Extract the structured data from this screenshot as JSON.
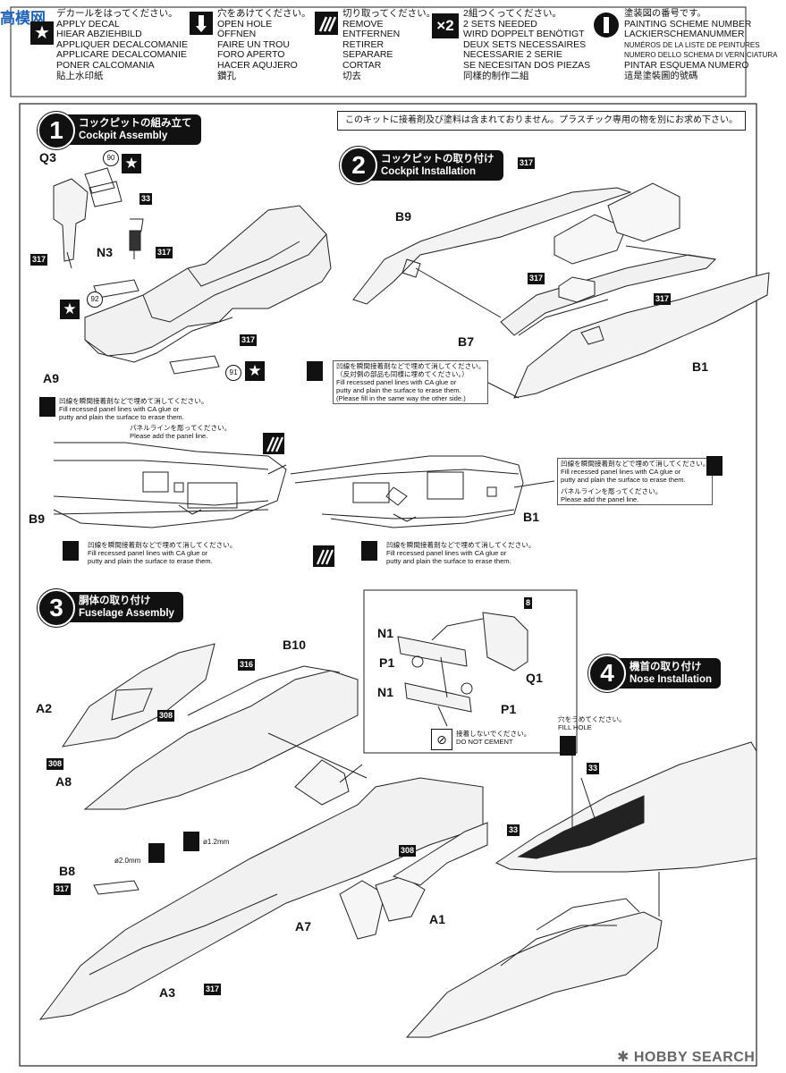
{
  "watermark_logo": "高模网",
  "legend": [
    {
      "icon": "decal-star-icon",
      "lines": [
        "デカールをはってください。",
        "APPLY DECAL",
        "HIEAR ABZIEHBILD",
        "APPLIQUER DECALCOMANIE",
        "APPLICARE DECALCOMANIE",
        "PONER CALCOMANIA",
        "貼上水印紙"
      ]
    },
    {
      "icon": "drill-hole-icon",
      "lines": [
        "穴をあけてください。",
        "OPEN HOLE",
        "ÖFFNEN",
        "FAIRE UN TROU",
        "FORO APERTO",
        "HACER AQUJERO",
        "鑽孔"
      ]
    },
    {
      "icon": "cut-remove-icon",
      "lines": [
        "切り取ってください。",
        "REMOVE",
        "ENTFERNEN",
        "RETIRER",
        "SEPARARE",
        "CORTAR",
        "切去"
      ]
    },
    {
      "icon": "times-two-icon",
      "icon_text": "×2",
      "lines": [
        "2組つくってください。",
        "2 SETS NEEDED",
        "WIRD DOPPELT BENÖTIGT",
        "DEUX SETS NECESSAIRES",
        "NECESSARIE 2 SERIE",
        "SE NECESITAN DOS PIEZAS",
        "同樣的制作二組"
      ]
    },
    {
      "icon": "paint-scheme-icon",
      "lines": [
        "塗装図の番号です。",
        "PAINTING SCHEME NUMBER",
        "LACKIERSCHEMANUMMER",
        "NUMÉROS DE LA LISTE DE PEINTURES",
        "NUMERO DELLO SCHEMA DI VERNICIATURA",
        "PINTAR ESQUEMA NUMERO",
        "這是塗裝圖的號碼"
      ]
    }
  ],
  "notice": "このキットに接着剤及び塗料は含まれておりません。プラスチック専用の物を別にお求め下さい。",
  "steps": [
    {
      "num": "1",
      "jp": "コックピットの組み立て",
      "en": "Cockpit Assembly"
    },
    {
      "num": "2",
      "jp": "コックピットの取り付け",
      "en": "Cockpit Installation"
    },
    {
      "num": "3",
      "jp": "胴体の取り付け",
      "en": "Fuselage Assembly"
    },
    {
      "num": "4",
      "jp": "機首の取り付け",
      "en": "Nose Installation"
    }
  ],
  "parts": {
    "q3": "Q3",
    "n3": "N3",
    "a9": "A9",
    "b9_top": "B9",
    "b7": "B7",
    "b1_top": "B1",
    "b9_side": "B9",
    "b1_side": "B1",
    "b10": "B10",
    "a2": "A2",
    "a8": "A8",
    "b8": "B8",
    "a3": "A3",
    "a7": "A7",
    "a1": "A1",
    "n1_top": "N1",
    "p1_left": "P1",
    "n1_bottom": "N1",
    "p1_right": "P1",
    "q1": "Q1"
  },
  "color_tags": {
    "t317_a": "317",
    "t317_b": "317",
    "t317_c": "317",
    "t317_d": "317",
    "t317_e": "317",
    "t317_f": "317",
    "t317_g": "317",
    "t317_h": "317",
    "t33_a": "33",
    "t33_b": "33",
    "t33_c": "33",
    "t316": "316",
    "t308_a": "308",
    "t308_b": "308",
    "t308_c": "308",
    "t8": "8"
  },
  "decal_numbers": {
    "d90": "90",
    "d92": "92",
    "d91": "91"
  },
  "notes": {
    "fill_panel_step2": [
      "凹線を瞬間接着剤などで埋めて消してください。",
      "（反対側の部品も同様に埋めてください。）",
      "Fill recessed panel lines with CA glue or",
      "putty and plain the surface to erase them.",
      "(Please fill in the same way the other side.)"
    ],
    "fill_panel_left": [
      "凹線を瞬間接着剤などで埋めて消してください。",
      "Fill recessed panel lines with CA glue or",
      "putty and plain the surface to erase them."
    ],
    "add_panel_left": [
      "パネルラインを彫ってください。",
      "Please add the panel line."
    ],
    "fill_panel_bottom": [
      "凹線を瞬間接着剤などで埋めて消してください。",
      "Fill recessed panel lines with CA glue or",
      "putty and plain the surface to erase them."
    ],
    "fill_panel_right": [
      "凹線を瞬間接着剤などで埋めて消してください。",
      "Fill recessed panel lines with CA glue or",
      "putty and plain the surface to erase them."
    ],
    "add_panel_right": [
      "パネルラインを彫ってください。",
      "Please add the panel line."
    ],
    "do_not_cement": [
      "接着しないでください。",
      "DO NOT CEMENT"
    ],
    "fill_hole": [
      "穴をうめてください。",
      "FILL HOLE"
    ],
    "drill_12": "ø1.2mm",
    "drill_20": "ø2.0mm"
  },
  "site_watermark": "HOBBY SEARCH"
}
